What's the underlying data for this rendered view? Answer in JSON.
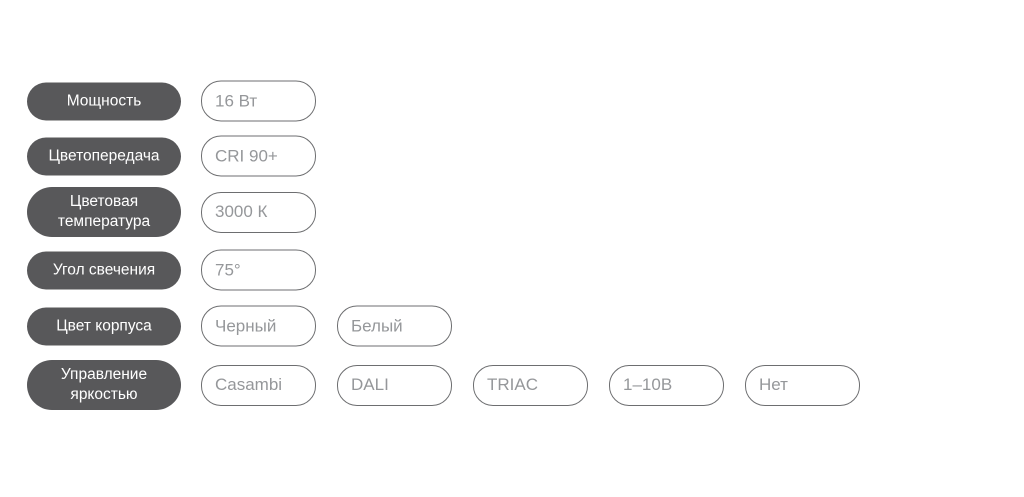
{
  "colors": {
    "label_bg": "#58585a",
    "label_text": "#ffffff",
    "value_border": "#6d6e70",
    "value_text": "#95979a",
    "background": "#ffffff"
  },
  "spec_rows": [
    {
      "label": "Мощность",
      "values": [
        "16 Вт"
      ]
    },
    {
      "label": "Цветопередача",
      "values": [
        "CRI 90+"
      ]
    },
    {
      "label": "Цветовая температура",
      "values": [
        "3000 К"
      ]
    },
    {
      "label": "Угол свечения",
      "values": [
        "75°"
      ]
    },
    {
      "label": "Цвет корпуса",
      "values": [
        "Черный",
        "Белый"
      ]
    },
    {
      "label": "Управление яркостью",
      "values": [
        "Casambi",
        "DALI",
        "TRIAC",
        "1–10В",
        "Нет"
      ]
    }
  ]
}
